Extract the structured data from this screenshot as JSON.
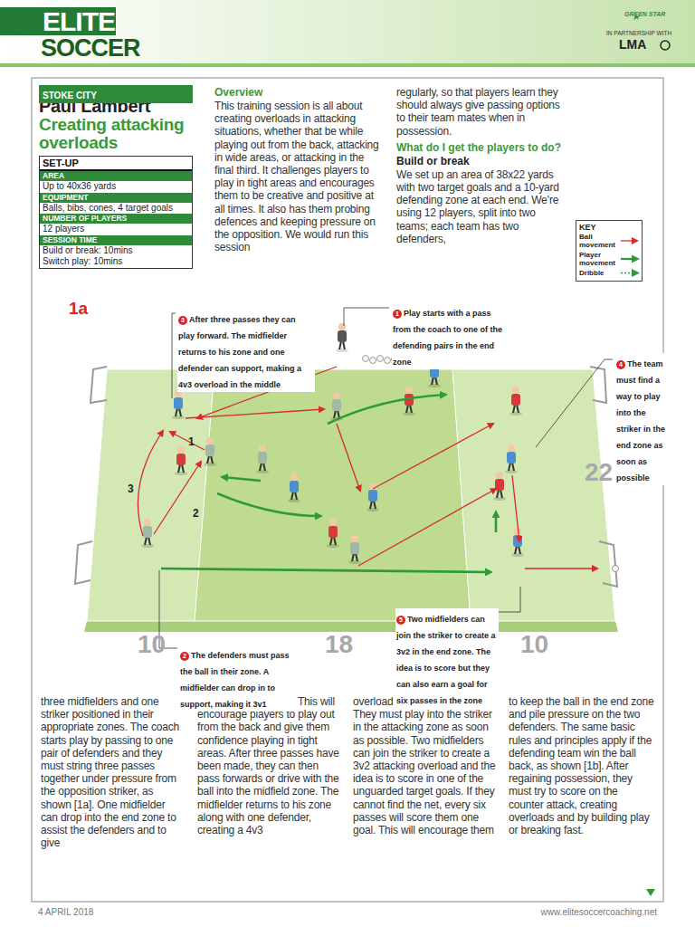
{
  "diagram": {
    "title": "Creating attacking overloads",
    "nodes": [
      {
        "text": [
          "STOKE CITY"
        ]
      },
      {
        "text": [
          "SET-UP",
          "AREA",
          "Up to 40x36 yards",
          "EQUIPMENT",
          "Balls, bibs, cones, 4 target goals",
          "NUMBER OF PLAYERS",
          "12 players",
          "SESSION TIME",
          "Build or break: 10mins",
          "Switch play: 10mins"
        ]
      },
      {
        "text": [
          "KEY"
        ]
      },
      {
        "text": [
          "3",
          "After three passes they can play forward. The midfielder returns to his zone and one defender can support, making a 4v3 overload in the middle"
        ]
      },
      {
        "text": [
          "1",
          "Play starts with a pass from the coach to one of the defending pairs in the end zone"
        ]
      },
      {
        "text": [
          "4",
          "The team must find a way to play into the striker in the end zone as soon as possible"
        ]
      },
      {
        "text": [
          "2",
          "The defenders must pass the ball in their zone. A midfielder can drop in to support, making it 3v1"
        ]
      },
      {
        "text": [
          "5",
          "Two midfielders can join the striker to create a 3v2 in the end zone. The idea is to score but they can also earn a goal for six passes in the zone"
        ]
      }
    ],
    "labels": [
      "ELITE",
      "SOCCER",
      "GREEN STAR",
      "IN PARTNERSHIP WITH",
      "LMA",
      "Paul Lambert",
      "Overview",
      "This training session is all about creating overloads in attacking situations, whether that be while playing out from the back, attacking in wide areas, or attacking in the final third. It challenges players to play in tight areas and encourages them to be creative and positive at all times. It also has them probing defences and keeping pressure on the opposition. We would run this session",
      "regularly, so that players learn they should always give passing options to their team mates when in possession.",
      "What do I get the players to do?",
      "Build or break",
      "We set up an area of 38x22 yards with two target goals and a 10-yard defending zone at each end. We’re using 12 players, split into two teams; each team has two defenders,",
      "1a",
      "1",
      "3",
      "2",
      "22",
      "10",
      "18",
      "10",
      "three midfielders and one striker positioned in their appropriate zones. The coach starts play by passing to one pair of defenders and they must string three passes together under pressure from the opposition striker, as shown [1a]. One midfielder can drop into the end zone to assist the defenders and to give",
      "them a 3v1 overload. This will encourage players to play out from the back and give them confidence playing in tight areas. After three passes have been made, they can then pass forwards or drive with the ball into the midfield zone. The midfielder returns to his zone along with one defender, creating a 4v3",
      "overload in the midfield zone. They must play into the striker in the attacking zone as soon as possible. Two midfielders can join the striker to create a 3v2 attacking overload and the idea is to score in one of the unguarded target goals. If they cannot find the net, every six passes will score them one goal. This will encourage them",
      "to keep the ball in the end zone and pile pressure on the two defenders. The same basic rules and principles apply if the defending team win the ball back, as shown [1b]. After regaining possession, they must try to score on the counter attack, creating overloads and by building play or breaking fast.",
      "4 APRIL 2018",
      "www.elitesoccercoaching.net"
    ],
    "legend": [
      {
        "text": "Ball movement"
      },
      {
        "text": "Player movement"
      },
      {
        "text": "Dribble"
      }
    ]
  }
}
